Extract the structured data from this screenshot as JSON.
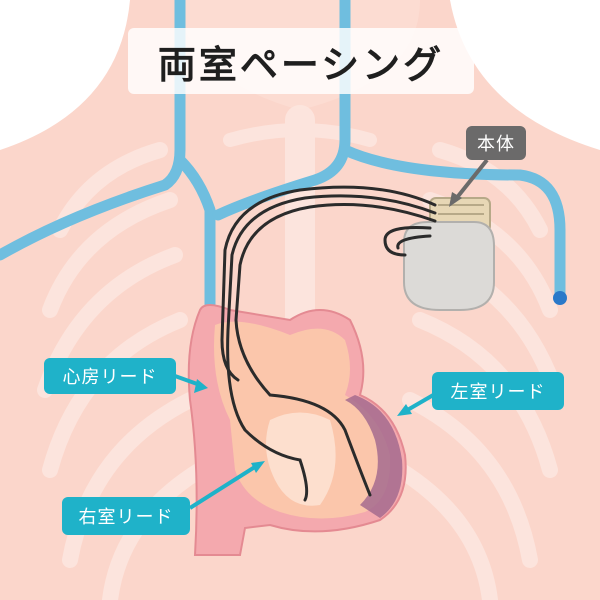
{
  "title": "両室ペーシング",
  "labels": {
    "device": "本体",
    "atrial_lead": "心房リード",
    "left_ventricle_lead": "左室リード",
    "right_ventricle_lead": "右室リード"
  },
  "colors": {
    "skin": "#fbd6cb",
    "vein": "#6fbedf",
    "heart_wall": "#f09fa6",
    "heart_inner": "#fbc4a8",
    "lead": "#2b2b2b",
    "device": "#dddbd8",
    "label_teal": "#1fb2c9",
    "label_gray": "#6b6a6a"
  }
}
